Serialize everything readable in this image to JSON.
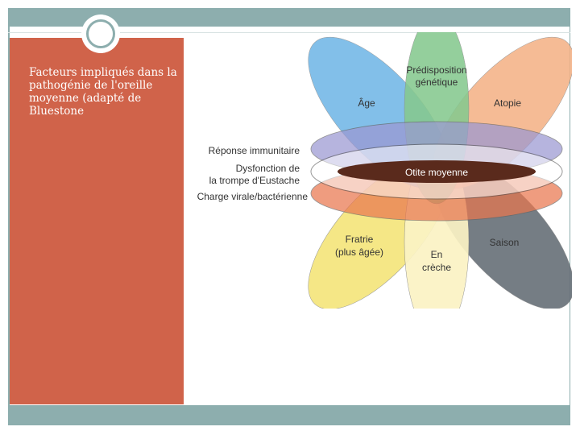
{
  "caption": "Facteurs impliqués dans la pathogénie de l'oreille moyenne (adapté de Bluestone",
  "diagram": {
    "center": "Otite moyenne",
    "petals": [
      {
        "id": "predisposition",
        "lines": [
          "Prédisposition",
          "génétique"
        ],
        "color": "#86c98f"
      },
      {
        "id": "age",
        "lines": [
          "Âge"
        ],
        "color": "#6db4e6"
      },
      {
        "id": "atopie",
        "lines": [
          "Atopie"
        ],
        "color": "#f4b083"
      },
      {
        "id": "fratrie",
        "lines": [
          "Fratrie",
          "(plus âgée)"
        ],
        "color": "#f5e57c"
      },
      {
        "id": "creche",
        "lines": [
          "En",
          "crèche"
        ],
        "color": "#fbf3c4"
      },
      {
        "id": "saison",
        "lines": [
          "Saison"
        ],
        "color": "#6a727a"
      }
    ],
    "bands": [
      {
        "id": "reponse",
        "label": "Réponse immunitaire",
        "color": "#9b98d2"
      },
      {
        "id": "eustache",
        "label": "Dysfonction de la trompe d'Eustache",
        "line1": "Dysfonction de",
        "line2": "la trompe d'Eustache",
        "color": "#ffffff"
      },
      {
        "id": "charge",
        "label": "Charge virale/bactérienne",
        "color": "#e9774f"
      }
    ]
  }
}
